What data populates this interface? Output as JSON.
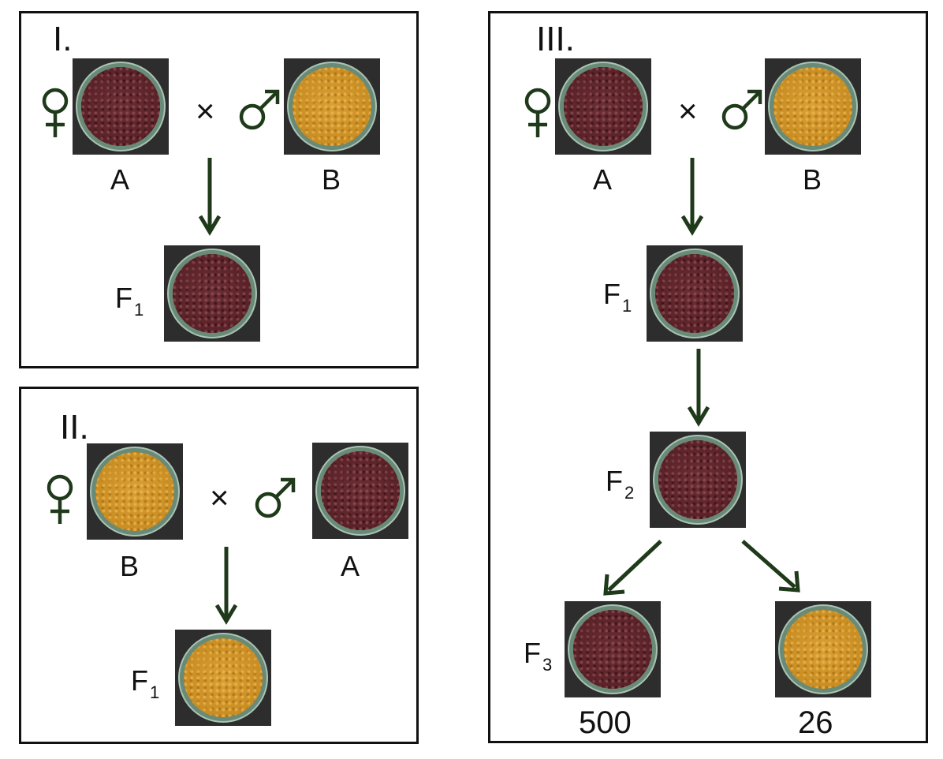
{
  "panels": {
    "p1": {
      "title": "I.",
      "female": {
        "strain": "A"
      },
      "male": {
        "strain": "B"
      },
      "cross_symbol": "×",
      "offspring": {
        "generation": "F",
        "subscript": "1",
        "phenotype": "dark"
      }
    },
    "p2": {
      "title": "II.",
      "female": {
        "strain": "B"
      },
      "male": {
        "strain": "A"
      },
      "cross_symbol": "×",
      "offspring": {
        "generation": "F",
        "subscript": "1",
        "phenotype": "light"
      }
    },
    "p3": {
      "title": "III.",
      "female": {
        "strain": "A"
      },
      "male": {
        "strain": "B"
      },
      "cross_symbol": "×",
      "f1": {
        "generation": "F",
        "subscript": "1",
        "phenotype": "dark"
      },
      "f2": {
        "generation": "F",
        "subscript": "2",
        "phenotype": "dark"
      },
      "f3": {
        "generation": "F",
        "subscript": "3",
        "dark_count": "500",
        "light_count": "26"
      }
    }
  },
  "colors": {
    "strain_A_dark": "#5a2228",
    "strain_B_light": "#c98d22",
    "arrow": "#1f3a1a",
    "symbol": "#1f3a1a"
  },
  "icons": {
    "female": "venus-symbol-icon",
    "male": "mars-symbol-icon",
    "arrow": "down-arrow-icon"
  }
}
